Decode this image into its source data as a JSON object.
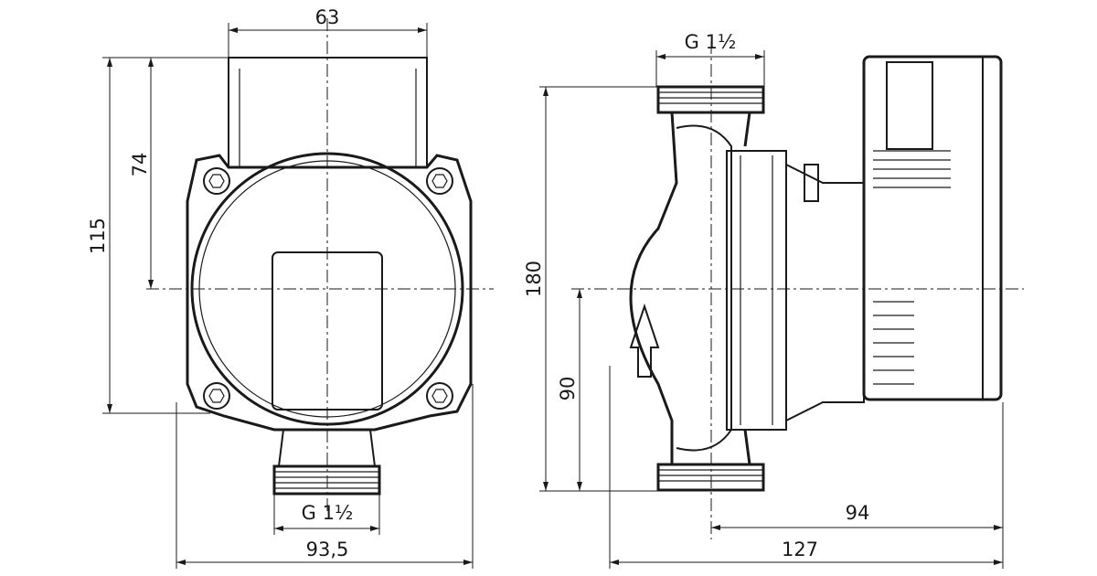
{
  "front_view": {
    "dim_top_width": "63",
    "dim_height_upper": "74",
    "dim_height_total": "115",
    "dim_connection": "G 1½",
    "dim_total_width": "93,5"
  },
  "side_view": {
    "dim_connection": "G 1½",
    "dim_height_total": "180",
    "dim_height_lower": "90",
    "dim_motor_depth": "94",
    "dim_total_depth": "127"
  }
}
